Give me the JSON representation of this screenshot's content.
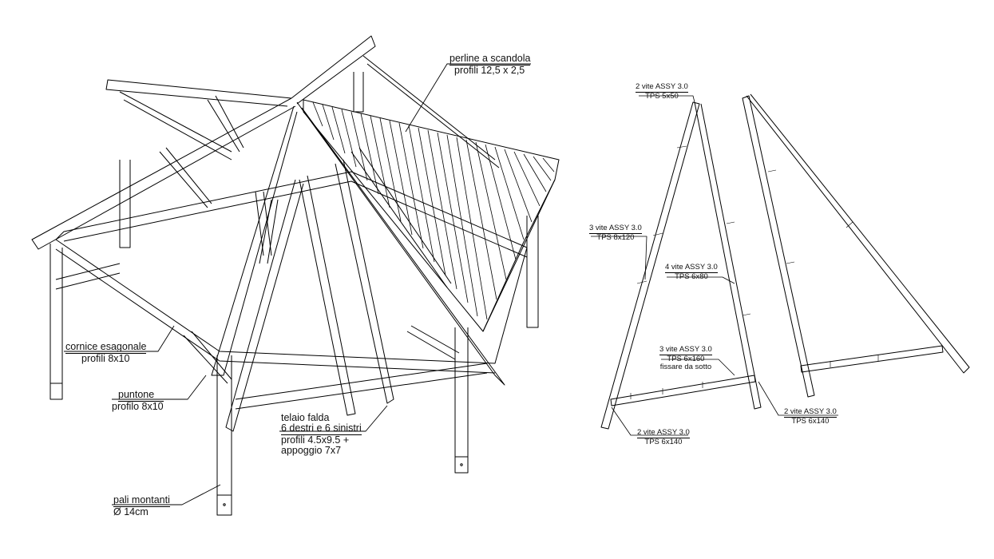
{
  "gazebo_labels": {
    "shingle_boards": {
      "line1": "perline a scandola",
      "line2": "profili 12,5 x 2,5"
    },
    "hex_frame": {
      "line1": "cornice esagonale",
      "line2": "profili 8x10"
    },
    "rafter": {
      "line1": "puntone",
      "line2": "profilo 8x10"
    },
    "slope_frame": {
      "line1": "telaio falda",
      "line2": "6 destri e 6 sinistri",
      "line3": "profili 4.5x9.5 +",
      "line4": "appoggio 7x7"
    },
    "posts": {
      "line1": "pali montanti",
      "line2": "Ø 14cm"
    }
  },
  "frame_labels": {
    "top": {
      "line1": "2 vite ASSY 3.0",
      "line2": "TPS 5x50"
    },
    "left_mid": {
      "line1": "3 vite ASSY 3.0",
      "line2": "TPS 8x120"
    },
    "center_mid": {
      "line1": "4 vite ASSY 3.0",
      "line2": "TPS 6x80"
    },
    "base_center": {
      "line1": "3 vite ASSY 3.0",
      "line2": "TPS 6x160",
      "line3": "fissare da sotto"
    },
    "bottom_left": {
      "line1": "2 vite ASSY 3.0",
      "line2": "TPS 6x140"
    },
    "bottom_right": {
      "line1": "2 vite ASSY 3.0",
      "line2": "TPS 6x140"
    }
  }
}
